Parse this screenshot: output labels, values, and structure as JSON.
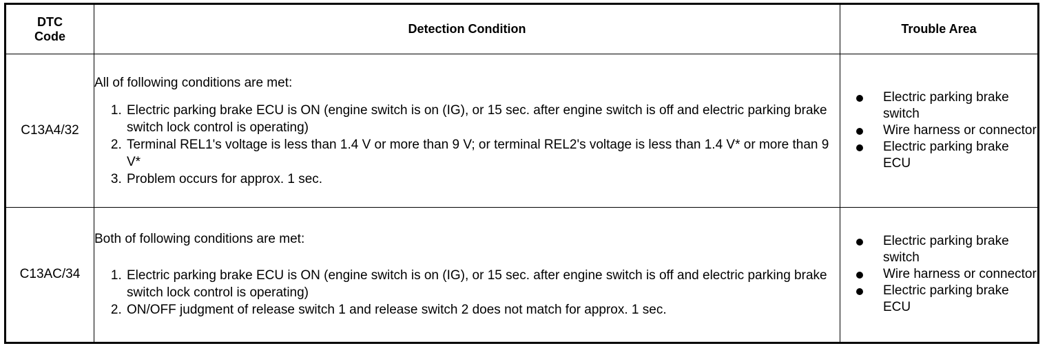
{
  "table": {
    "headers": {
      "code": "DTC\nCode",
      "condition": "Detection Condition",
      "area": "Trouble Area"
    },
    "rows": [
      {
        "code": "C13A4/32",
        "intro": "All of following conditions are met:",
        "steps": [
          "Electric parking brake ECU is ON (engine switch is on (IG), or 15 sec. after engine switch is off and electric parking brake switch lock control is operating)",
          "Terminal REL1's voltage is less than 1.4 V or more than 9 V; or terminal REL2's voltage is less than 1.4 V* or more than 9 V*",
          "Problem occurs for approx. 1 sec."
        ],
        "areas": [
          "Electric parking brake switch",
          "Wire harness or connector",
          "Electric parking brake ECU"
        ]
      },
      {
        "code": "C13AC/34",
        "intro": "Both of following conditions are met:",
        "steps": [
          "Electric parking brake ECU is ON (engine switch is on (IG), or 15 sec. after engine switch is off and electric parking brake switch lock control is operating)",
          "ON/OFF judgment of release switch 1 and release switch 2 does not match for approx. 1 sec."
        ],
        "areas": [
          "Electric parking brake switch",
          "Wire harness or connector",
          "Electric parking brake ECU"
        ]
      }
    ]
  }
}
